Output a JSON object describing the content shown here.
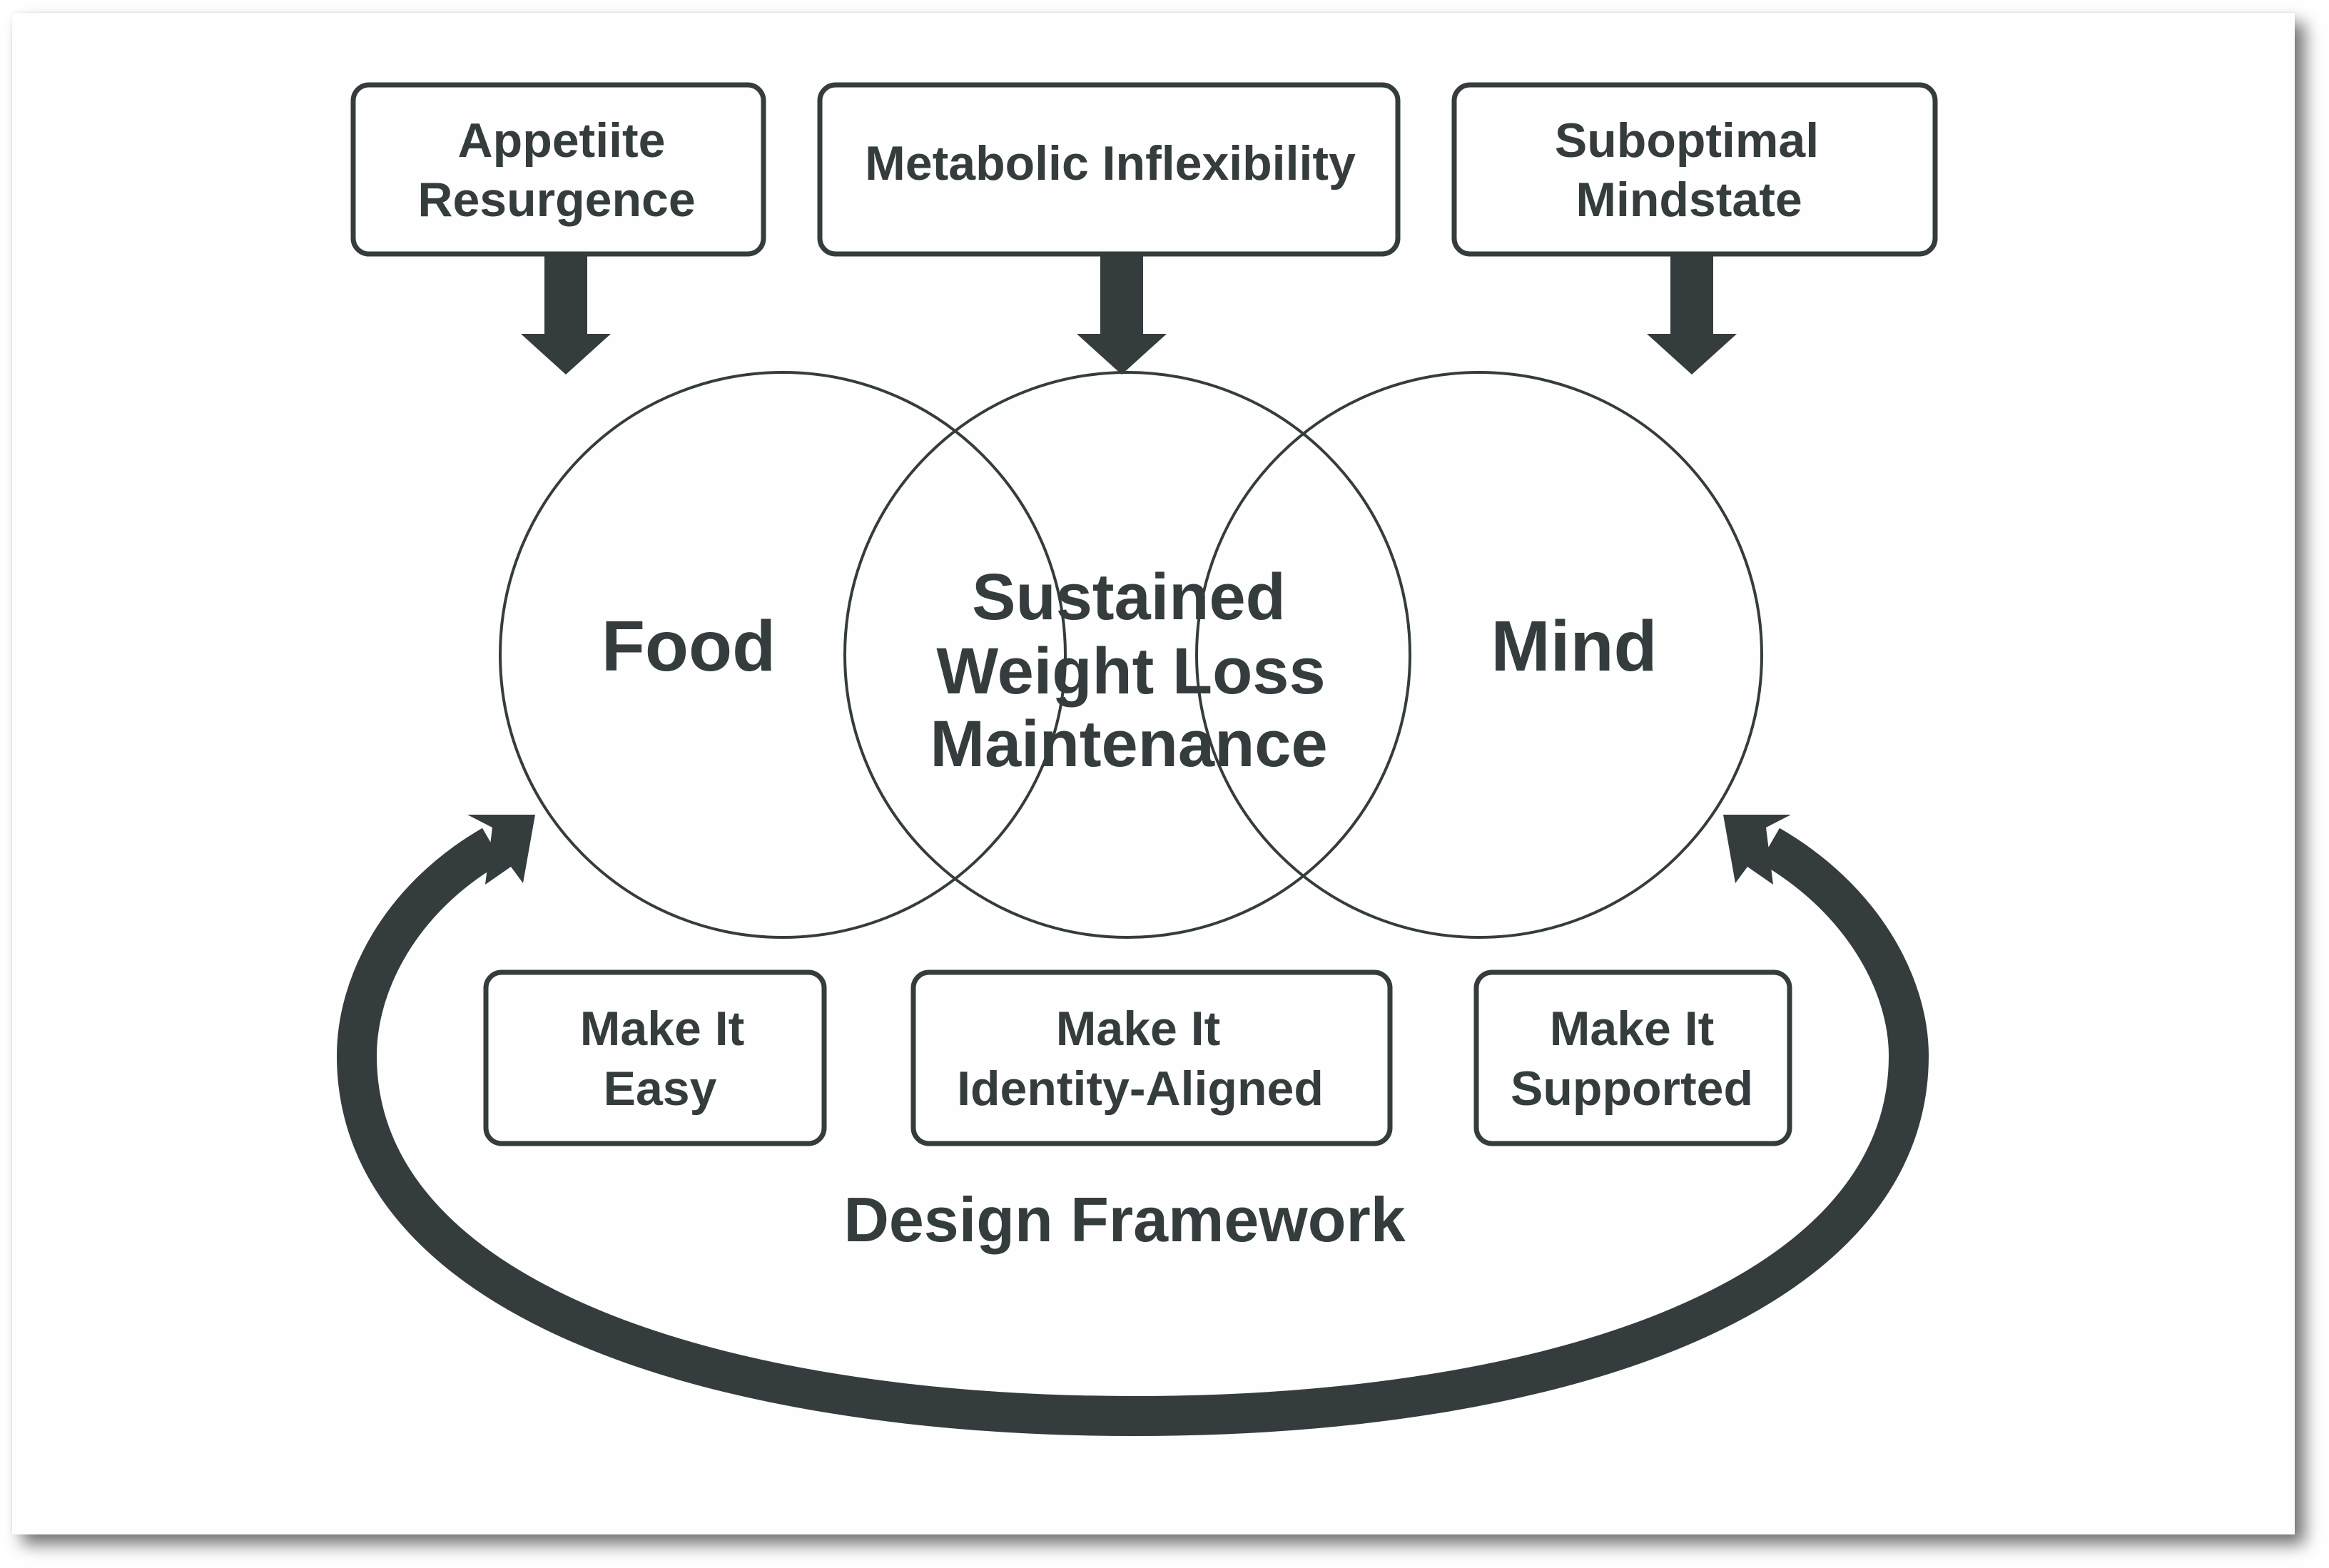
{
  "colors": {
    "ink": "#353c3d",
    "background": "#ffffff",
    "card": "#fefefe"
  },
  "challenges": [
    {
      "lines": [
        "Appetiite",
        "Resurgence"
      ]
    },
    {
      "lines": [
        "Metabolic Inflexibility"
      ]
    },
    {
      "lines": [
        "Suboptimal",
        "Mindstate"
      ]
    }
  ],
  "circles": {
    "left": "Food",
    "center": [
      "Sustained",
      "Weight Loss",
      "Maintenance"
    ],
    "right": "Mind"
  },
  "principles": [
    {
      "lines": [
        "Make It",
        "Easy"
      ]
    },
    {
      "lines": [
        "Make It",
        "Identity-Aligned"
      ]
    },
    {
      "lines": [
        "Make It",
        "Supported"
      ]
    }
  ],
  "framework_label": "Design Framework"
}
